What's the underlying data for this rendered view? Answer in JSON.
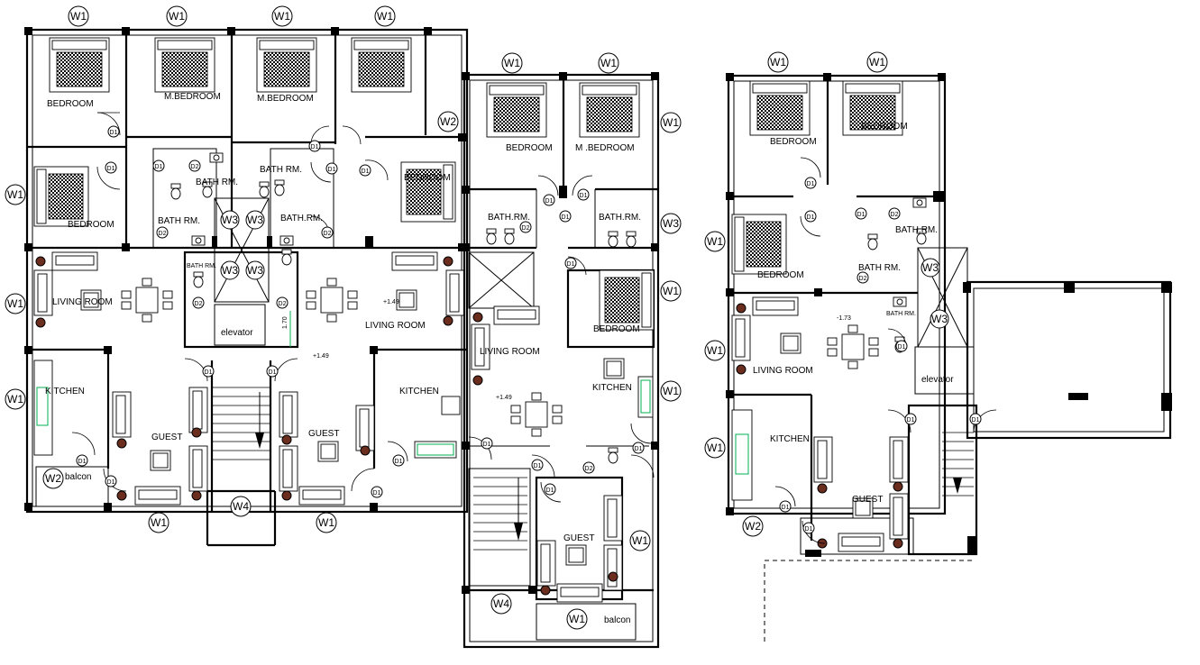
{
  "plan": {
    "windows": {
      "w1": "W1",
      "w2": "W2",
      "w3": "W3",
      "w4": "W4"
    },
    "doors": {
      "d1": "D1",
      "d2": "D2"
    },
    "rooms": {
      "bedroom": "BEDROOM",
      "master_bedroom": "M.BEDROOM",
      "master_bedroom_spaced": "M .BEDROOM",
      "bedroom_alt": "BEDROOM",
      "bath": "BATH RM.",
      "bath_alt": "BATH.RM.",
      "bath_small": "BATH RM.",
      "living": "LIVING ROOM",
      "kitchen": "KITCHEN",
      "guest": "GUEST",
      "balcony": "balcon",
      "elevator": "elevator"
    },
    "levels": {
      "l1": "+1.49",
      "l2": "+1.49",
      "l3": "+1.49",
      "l4": "-1.73",
      "dim": "1.70"
    }
  }
}
